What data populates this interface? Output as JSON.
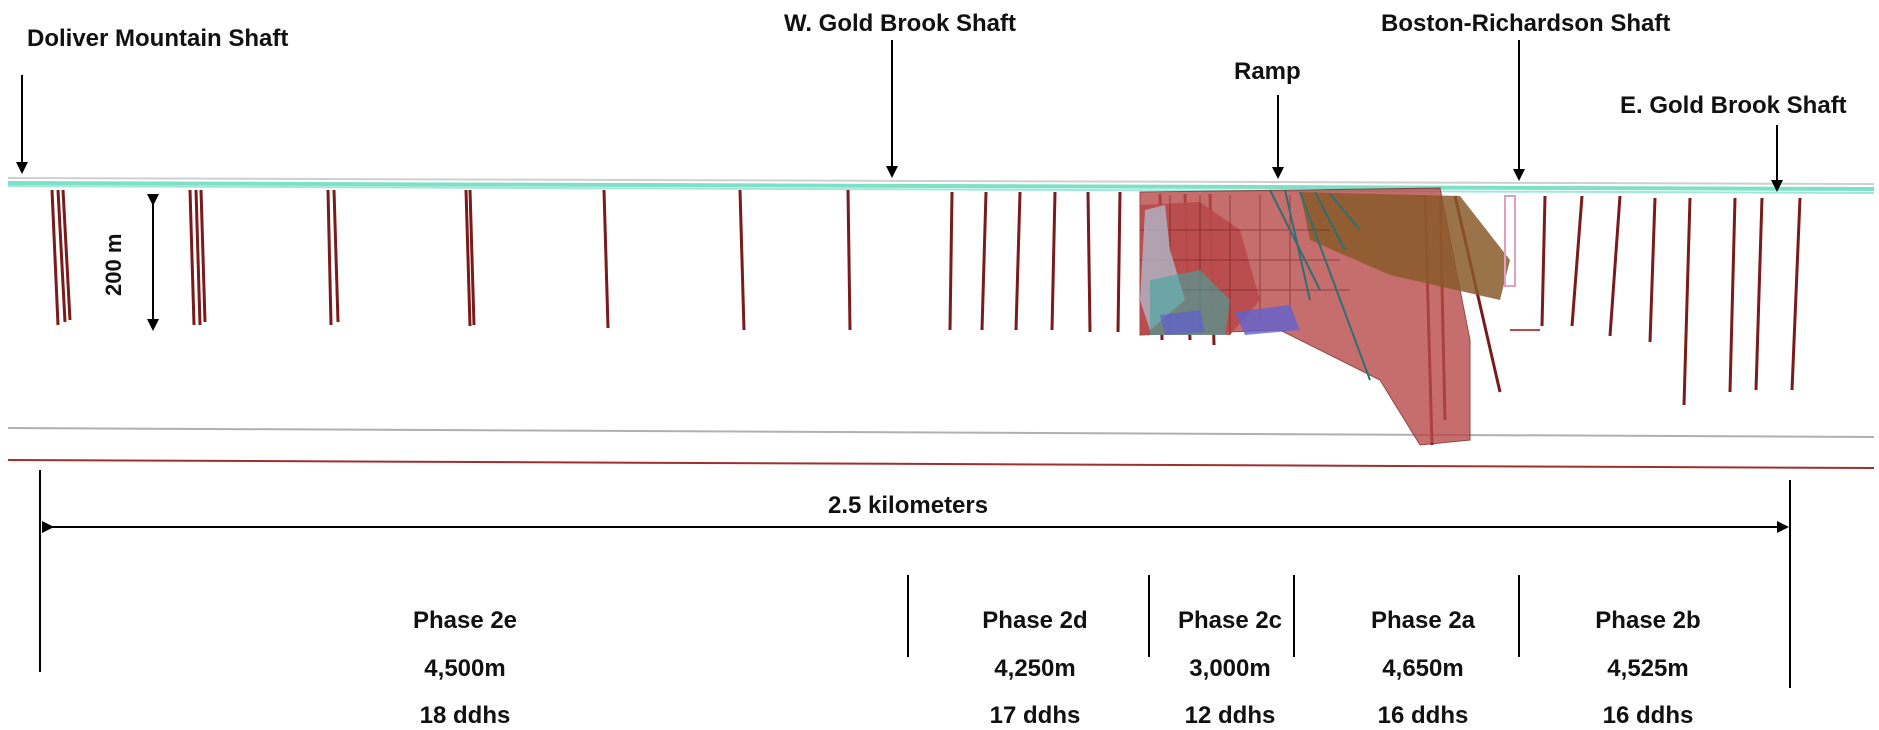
{
  "shafts": [
    {
      "label": "Doliver Mountain Shaft"
    },
    {
      "label": "W. Gold Brook Shaft"
    },
    {
      "label": "Ramp"
    },
    {
      "label": "Boston-Richardson Shaft"
    },
    {
      "label": "E. Gold Brook Shaft"
    }
  ],
  "scale": {
    "vertical": "200 m",
    "horizontal": "2.5 kilometers"
  },
  "phases": [
    {
      "name": "Phase 2e",
      "meters": "4,500m",
      "holes": "18 ddhs"
    },
    {
      "name": "Phase 2d",
      "meters": "4,250m",
      "holes": "17 ddhs"
    },
    {
      "name": "Phase 2c",
      "meters": "3,000m",
      "holes": "12 ddhs"
    },
    {
      "name": "Phase 2a",
      "meters": "4,650m",
      "holes": "16 ddhs"
    },
    {
      "name": "Phase 2b",
      "meters": "4,525m",
      "holes": "16 ddhs"
    }
  ],
  "colors": {
    "surface": "#7fe0c8",
    "drillhole": "#7a1a1a",
    "orebody": "#b84a4a",
    "brown_body": "#8a5a2a",
    "workings_blue": "#6060d0",
    "workings_cyan": "#40a8a0",
    "baseline_red": "#a03030",
    "arrow": "#000000"
  }
}
